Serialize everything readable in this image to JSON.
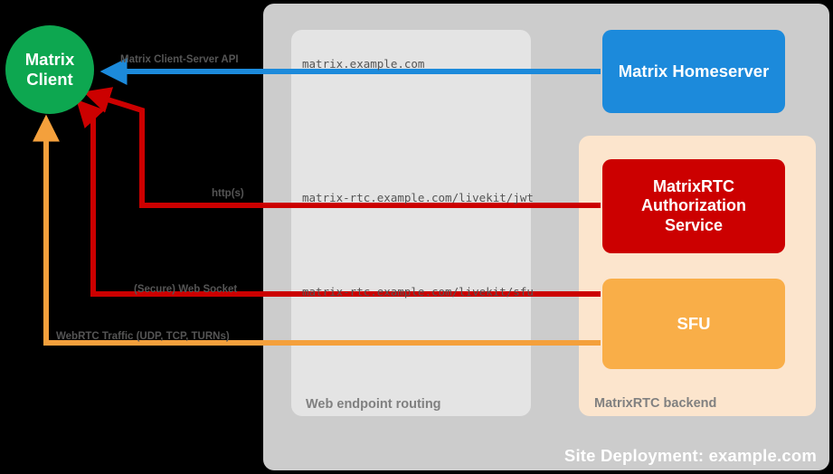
{
  "diagram": {
    "title": "Site Deployment: example.com",
    "background": "#000000",
    "containers": {
      "site": {
        "label": "Site Deployment: example.com",
        "color": "#CCCCCC"
      },
      "routing": {
        "label": "Web endpoint routing",
        "color": "#E4E4E4"
      },
      "backend": {
        "label": "MatrixRTC backend",
        "color": "#FCE5CD"
      }
    },
    "nodes": {
      "client": {
        "label_line1": "Matrix",
        "label_line2": "Client",
        "color": "#0DA750",
        "shape": "circle"
      },
      "homeserver": {
        "label": "Matrix Homeserver",
        "color": "#1C8ADB",
        "shape": "rounded-rect"
      },
      "auth": {
        "label_line1": "MatrixRTC",
        "label_line2": "Authorization",
        "label_line3": "Service",
        "color": "#CC0000",
        "shape": "rounded-rect"
      },
      "sfu": {
        "label": "SFU",
        "color": "#F9AE48",
        "shape": "rounded-rect"
      }
    },
    "edges": [
      {
        "id": "cs-api",
        "protocol_label": "Matrix Client-Server API",
        "endpoint_label": "matrix.example.com",
        "color": "#1C8ADB",
        "from": "homeserver",
        "to": "client"
      },
      {
        "id": "jwt",
        "protocol_label": "http(s)",
        "endpoint_label": "matrix-rtc.example.com/livekit/jwt",
        "color": "#CC0000",
        "from": "auth",
        "to": "client"
      },
      {
        "id": "websocket",
        "protocol_label": "(Secure) Web Socket",
        "endpoint_label": "matrix-rtc.example.com/livekit/sfu",
        "color": "#CC0000",
        "from": "sfu",
        "to": "client"
      },
      {
        "id": "webrtc",
        "protocol_label": "WebRTC Traffic (UDP, TCP, TURNs)",
        "endpoint_label": "",
        "color": "#F4A03C",
        "from": "sfu",
        "to": "client"
      }
    ]
  }
}
